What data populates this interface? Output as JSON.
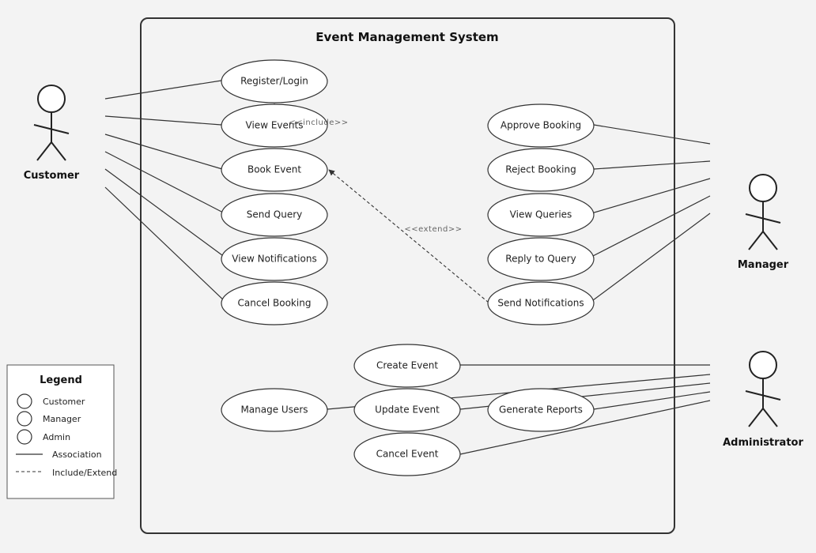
{
  "system": {
    "title": "Event Management System"
  },
  "actors": {
    "customer": "Customer",
    "manager": "Manager",
    "administrator": "Administrator"
  },
  "use_cases": {
    "register_login": "Register/Login",
    "view_events": "View Events",
    "book_event": "Book Event",
    "send_query": "Send Query",
    "view_notifications": "View Notifications",
    "cancel_booking": "Cancel Booking",
    "approve_booking": "Approve Booking",
    "reject_booking": "Reject Booking",
    "view_queries": "View Queries",
    "reply_to_query": "Reply to Query",
    "send_notifications": "Send Notifications",
    "create_event": "Create Event",
    "update_event": "Update Event",
    "cancel_event": "Cancel Event",
    "manage_users": "Manage Users",
    "generate_reports": "Generate Reports"
  },
  "relations": {
    "include": "<<include>>",
    "extend": "<<extend>>"
  },
  "legend": {
    "title": "Legend",
    "customer": "Customer",
    "manager": "Manager",
    "admin": "Admin",
    "association": "Association",
    "include_extend": "Include/Extend"
  }
}
